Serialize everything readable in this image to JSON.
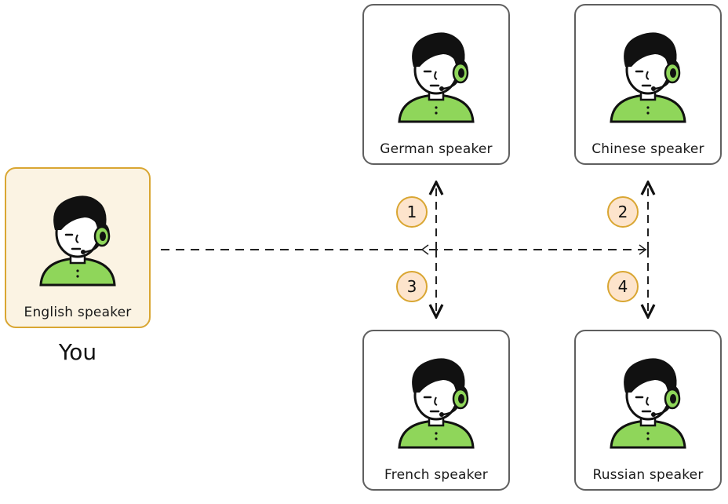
{
  "nodes": {
    "you": {
      "label": "English speaker",
      "caption": "You"
    },
    "german": {
      "label": "German speaker"
    },
    "chinese": {
      "label": "Chinese speaker"
    },
    "french": {
      "label": "French speaker"
    },
    "russian": {
      "label": "Russian speaker"
    }
  },
  "steps": [
    "1",
    "2",
    "3",
    "4"
  ],
  "colors": {
    "card_border": "#5f5f5f",
    "you_border": "#d9a632",
    "you_fill": "#fbf3e3",
    "badge_fill": "#fde4cc",
    "headset_green": "#8fd65a",
    "shirt_green": "#8fd65a"
  },
  "icons": [
    "person-headset-icon"
  ]
}
